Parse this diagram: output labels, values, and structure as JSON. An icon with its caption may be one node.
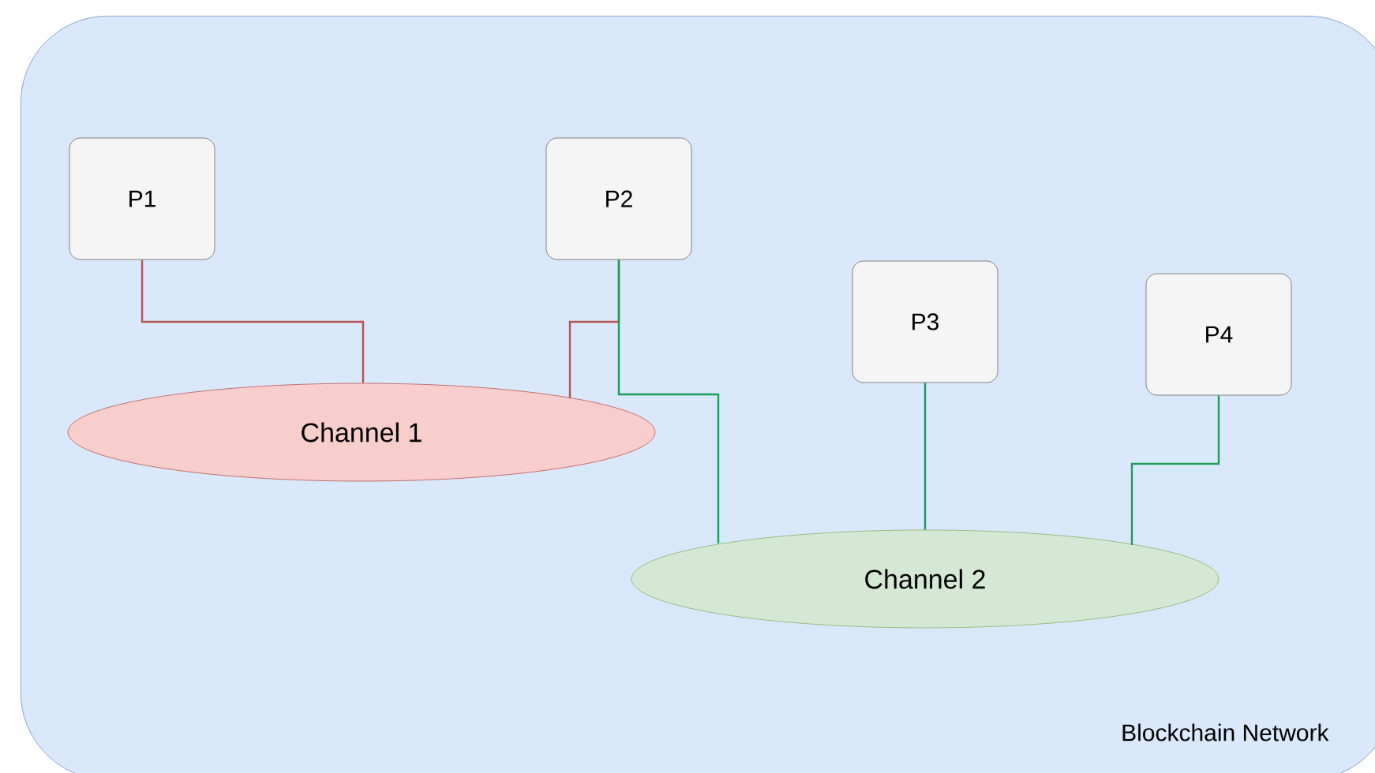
{
  "diagram": {
    "nodes": [
      {
        "text": [
          "Blockchain Network"
        ]
      },
      {
        "text": [
          "P1"
        ],
        "in": 0
      },
      {
        "text": [
          "P2"
        ],
        "in": 0
      },
      {
        "text": [
          "P3"
        ],
        "in": 0
      },
      {
        "text": [
          "P4"
        ],
        "in": 0
      },
      {
        "text": [
          "Channel 1"
        ],
        "in": 0
      },
      {
        "text": [
          "Channel 2"
        ],
        "in": 0
      }
    ],
    "edges": [
      {
        "from": 1,
        "to": 5,
        "arrow": "none",
        "color": "#b85450"
      },
      {
        "from": 2,
        "to": 5,
        "arrow": "none",
        "color": "#b85450"
      },
      {
        "from": 2,
        "to": 6,
        "arrow": "none"
      },
      {
        "from": 3,
        "to": 6,
        "arrow": "none"
      },
      {
        "from": 4,
        "to": 6,
        "arrow": "none"
      }
    ]
  }
}
